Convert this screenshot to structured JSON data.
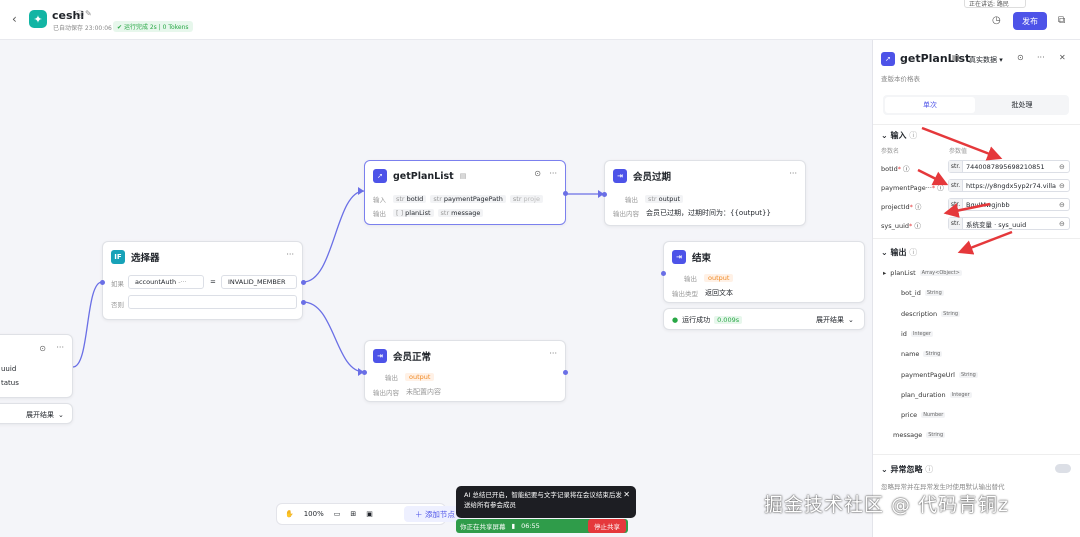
{
  "topbar": {
    "title": "ceshi",
    "autosave": "已自动保存 23:00:06",
    "run_status": "运行完成 2s | 0 Tokens",
    "publish": "发布",
    "tooltip": "正在讲话: 路民"
  },
  "canvas": {
    "node_start": {
      "fields": [
        "uuid",
        "tatus"
      ],
      "expand": "展开结果"
    },
    "node_selector": {
      "title": "选择器",
      "if_label": "如果",
      "condition_left": "accountAuth",
      "condition_op": "=",
      "condition_right": "INVALID_MEMBER",
      "else_label": "否则"
    },
    "node_getplan": {
      "title": "getPlanList",
      "input_label": "输入",
      "inputs": [
        {
          "t": "str",
          "n": "botId"
        },
        {
          "t": "str",
          "n": "paymentPagePath"
        },
        {
          "t": "str",
          "n": "proje"
        }
      ],
      "output_label": "输出",
      "outputs": [
        {
          "t": "[ ]",
          "n": "planList"
        },
        {
          "t": "str",
          "n": "message"
        }
      ]
    },
    "node_expired": {
      "title": "会员过期",
      "out_label": "输出",
      "out_val": "output",
      "content_label": "输出内容",
      "content_val": "会员已过期，过期时间为：{{output}}"
    },
    "node_end": {
      "title": "结束",
      "out_label": "输出",
      "out_val": "output",
      "type_label": "输出类型",
      "type_val": "返回文本",
      "run_ok": "运行成功",
      "run_time": "0.009s",
      "expand": "展开结果"
    },
    "node_normal": {
      "title": "会员正常",
      "out_label": "输出",
      "out_val": "output",
      "content_label": "输出内容",
      "content_val": "未配置内容"
    },
    "bottom": {
      "zoom": "100%",
      "add_node": "添加节点"
    },
    "toast": {
      "text": "AI 总结已开启，智能纪要与文字记录将在会议结束后发送给所有参会成员"
    },
    "share": {
      "text": "你正在共享屏幕",
      "time": "06:55",
      "stop": "停止共享"
    },
    "watermark": "掘金技术社区 @ 代码青铜z"
  },
  "panel": {
    "title": "getPlanList",
    "mode": "真实数据",
    "desc": "查版本价格表",
    "tab_single": "单次",
    "tab_batch": "批处理",
    "input_section": "输入",
    "col_param": "参数名",
    "col_value": "参数值",
    "inputs": [
      {
        "name": "botId",
        "type": "str.",
        "value": "7440087895698210851"
      },
      {
        "name": "paymentPage···",
        "type": "str.",
        "value": "https://y8ngdx5yp2r74.villa"
      },
      {
        "name": "projectId",
        "type": "str.",
        "value": "BqvIMwgjnbb"
      },
      {
        "name": "sys_uuid",
        "type": "str.",
        "value": "系统变量 · sys_uuid"
      }
    ],
    "output_section": "输出",
    "outputs": [
      {
        "name": "planList",
        "type": "Array<Object>",
        "level": 0
      },
      {
        "name": "bot_id",
        "type": "String",
        "level": 1
      },
      {
        "name": "description",
        "type": "String",
        "level": 1
      },
      {
        "name": "id",
        "type": "Integer",
        "level": 1
      },
      {
        "name": "name",
        "type": "String",
        "level": 1
      },
      {
        "name": "paymentPageUrl",
        "type": "String",
        "level": 1
      },
      {
        "name": "plan_duration",
        "type": "Integer",
        "level": 1
      },
      {
        "name": "price",
        "type": "Number",
        "level": 1
      },
      {
        "name": "message",
        "type": "String",
        "level": 0
      }
    ],
    "exception_section": "异常忽略",
    "exception_desc": "忽略异常并在异常发生时使用默认输出替代"
  },
  "colors": {
    "accent": "#4d53e8",
    "success": "#28a745",
    "danger": "#e5383b",
    "edge": "#6a6fe6"
  }
}
